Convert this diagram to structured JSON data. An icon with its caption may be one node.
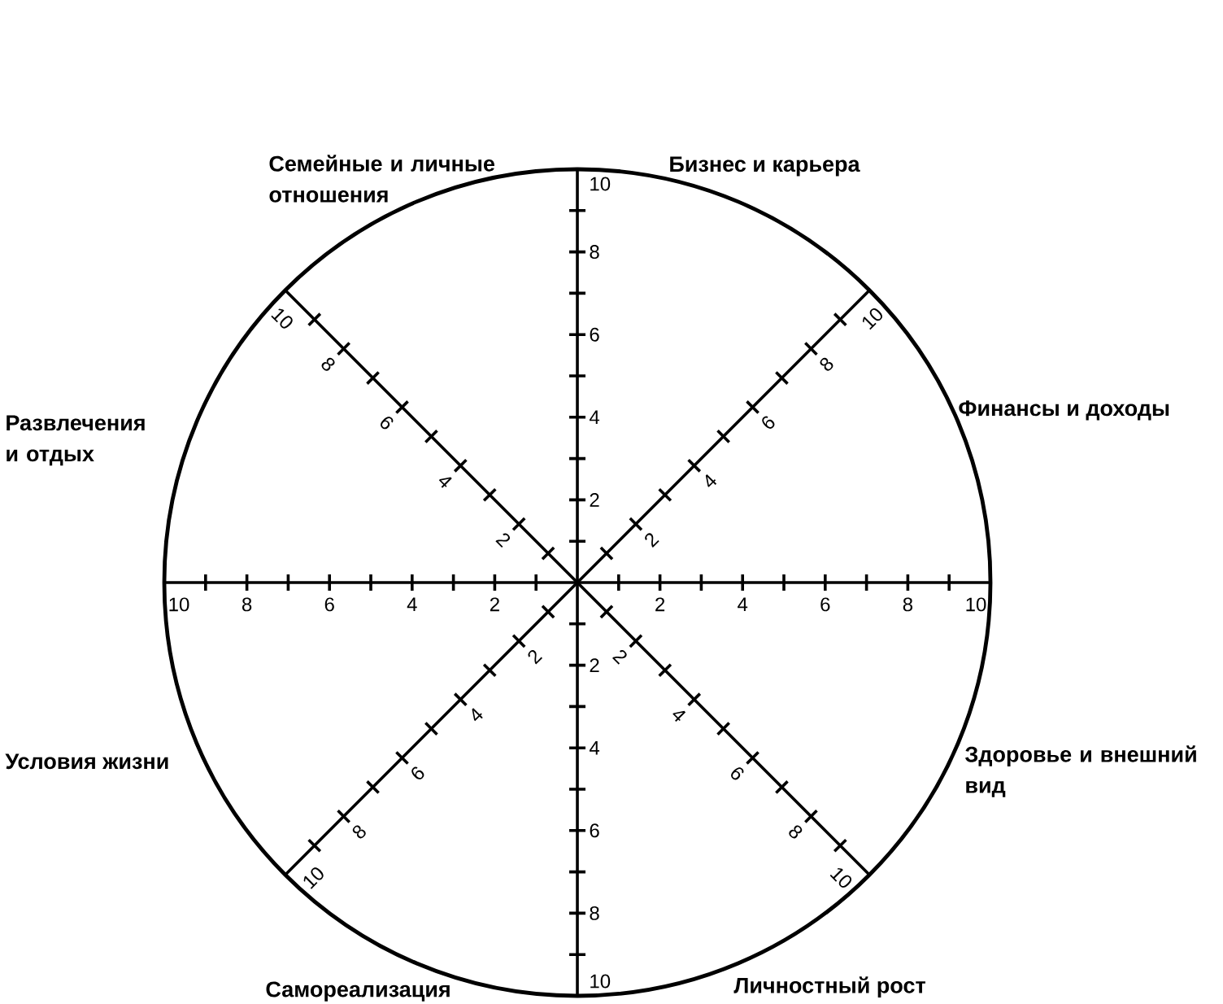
{
  "diagram": {
    "labels": [
      "Семейные и личные отношения",
      "Бизнес и карьера",
      "Финансы и доходы",
      "Развлечения и отдых",
      "Условия жизни",
      "Здоровье и внешний вид",
      "Самореализация",
      "Личностный рост",
      "2",
      "4",
      "6",
      "8",
      "10",
      "2",
      "4",
      "6",
      "8",
      "10",
      "2",
      "4",
      "6",
      "8",
      "10",
      "2",
      "4",
      "6",
      "8",
      "10",
      "2",
      "4",
      "6",
      "8",
      "10",
      "2",
      "4",
      "6",
      "8",
      "10",
      "2",
      "4",
      "6",
      "8",
      "10",
      "2",
      "4",
      "6",
      "8",
      "10"
    ]
  }
}
